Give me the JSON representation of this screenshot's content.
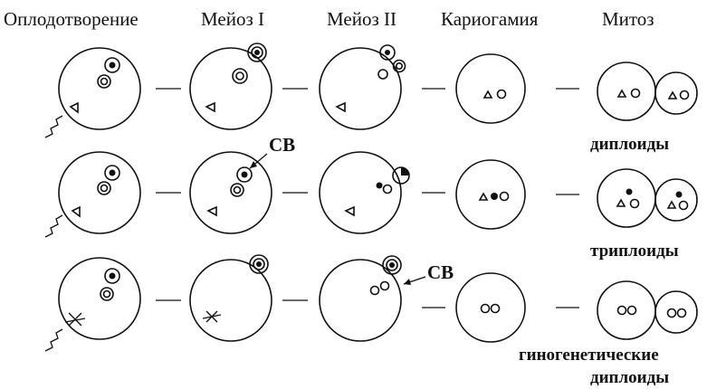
{
  "headers": [
    "Оплодотворение",
    "Мейоз I",
    "Мейоз II",
    "Кариогамия",
    "Митоз"
  ],
  "row_labels": {
    "row1": "диплоиды",
    "row2": "триплоиды",
    "row3_line1": "гиногенетические",
    "row3_line2": "диплоиды"
  },
  "polar_body_label": "СВ"
}
